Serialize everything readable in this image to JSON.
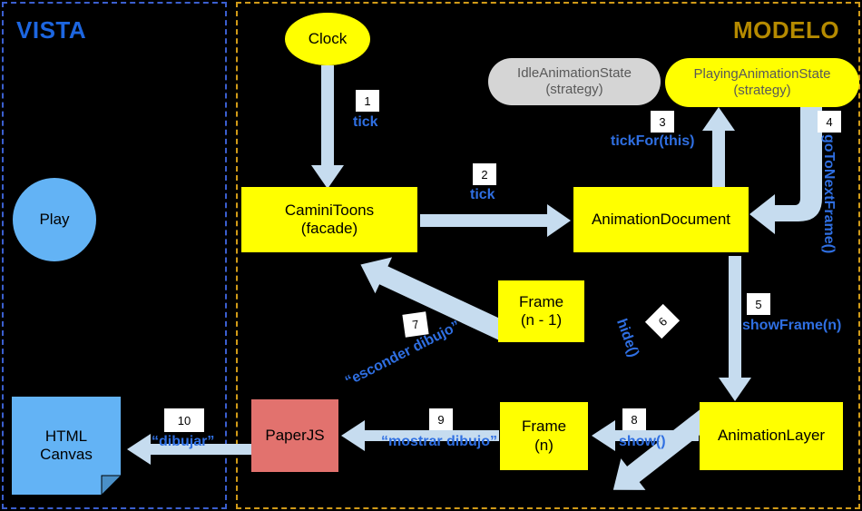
{
  "diagram": {
    "title_vista": "VISTA",
    "title_modelo": "MODELO",
    "colors": {
      "background": "#000000",
      "vista_border": "#3B5FCF",
      "modelo_border": "#D19B18",
      "vista_title": "#1D66E0",
      "modelo_title": "#B58A00",
      "node_yellow": "#FFFF00",
      "node_salmon": "#E2726E",
      "node_lightblue": "#63B3F5",
      "node_gray": "#D5D5D5",
      "arrow": "#C6DCEF",
      "message_text": "#2F6FE2",
      "badge_bg": "#FFFFFF"
    }
  },
  "nodes": {
    "play": "Play",
    "html_canvas_line1": "HTML",
    "html_canvas_line2": "Canvas",
    "clock": "Clock",
    "camini_line1": "CaminiToons",
    "camini_line2": "(facade)",
    "idle_state_line1": "IdleAnimationState",
    "idle_state_line2": "(strategy)",
    "playing_state_line1": "PlayingAnimationState",
    "playing_state_line2": "(strategy)",
    "animation_document": "AnimationDocument",
    "animation_layer": "AnimationLayer",
    "frame_prev_line1": "Frame",
    "frame_prev_line2": "(n - 1)",
    "frame_cur_line1": "Frame",
    "frame_cur_line2": "(n)",
    "paperjs": "PaperJS"
  },
  "messages": [
    {
      "num": "1",
      "label": "tick"
    },
    {
      "num": "2",
      "label": "tick"
    },
    {
      "num": "3",
      "label": "tickFor(this)"
    },
    {
      "num": "4",
      "label": "goToNextFrame()"
    },
    {
      "num": "5",
      "label": "showFrame(n)"
    },
    {
      "num": "6",
      "label": "hide()"
    },
    {
      "num": "7",
      "label": "“esconder dibujo”"
    },
    {
      "num": "8",
      "label": "show()"
    },
    {
      "num": "9",
      "label": "“mostrar dibujo”"
    },
    {
      "num": "10",
      "label": "“dibujar”"
    }
  ]
}
